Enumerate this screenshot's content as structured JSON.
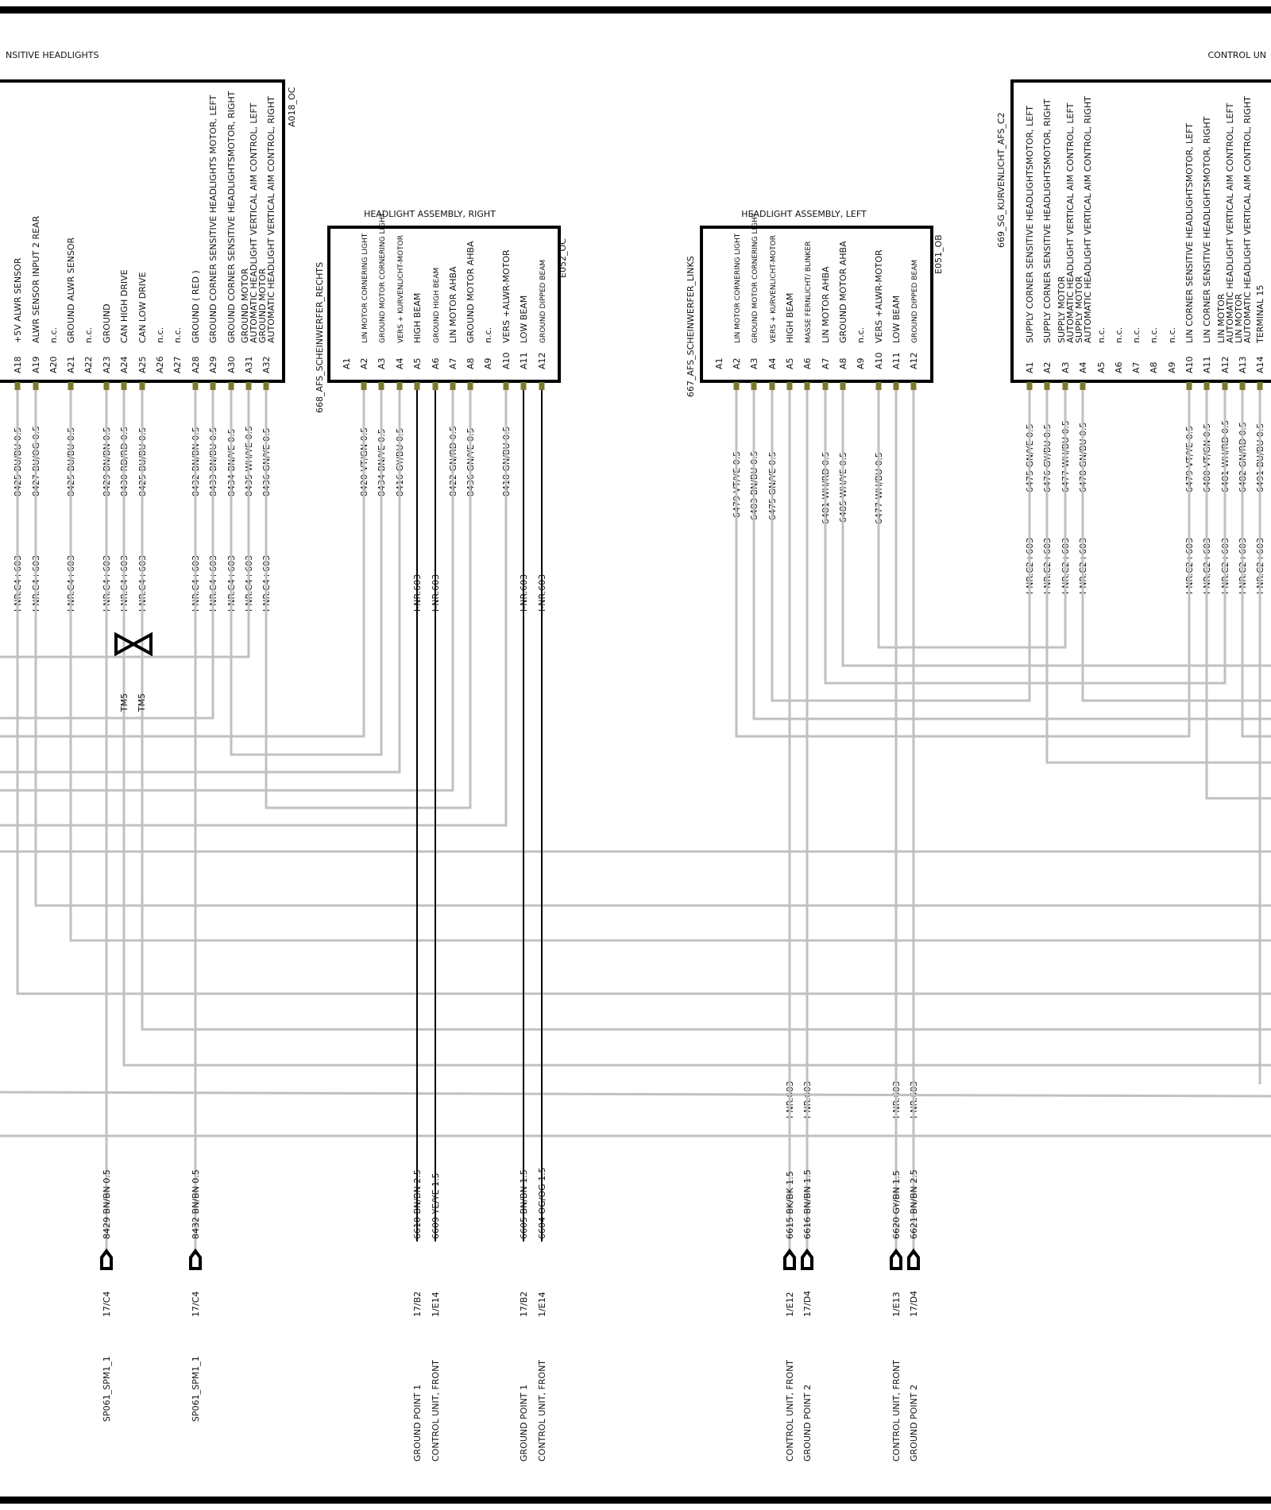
{
  "page": {
    "header_left": "NSITIVE HEADLIGHTS",
    "header_right": "CONTROL UN"
  },
  "colors": {
    "wire": "#c0c0c0",
    "wire_black": "#000000",
    "pin": "#7d7a2f",
    "frame": "#000000"
  },
  "connectors": {
    "a018": {
      "id": "A018_OC",
      "pins": [
        {
          "pin": "A18",
          "label": "+5V ALWR SENSOR"
        },
        {
          "pin": "A19",
          "label": "ALWR SENSOR INPUT  2  REAR"
        },
        {
          "pin": "A20",
          "label": "n.c."
        },
        {
          "pin": "A21",
          "label": "GROUND ALWR SENSOR"
        },
        {
          "pin": "A22",
          "label": "n.c."
        },
        {
          "pin": "A23",
          "label": "GROUND"
        },
        {
          "pin": "A24",
          "label": "CAN HIGH DRIVE"
        },
        {
          "pin": "A25",
          "label": "CAN LOW DRIVE"
        },
        {
          "pin": "A26",
          "label": "n.c."
        },
        {
          "pin": "A27",
          "label": "n.c."
        },
        {
          "pin": "A28",
          "label": "GROUND    ( RED )"
        },
        {
          "pin": "A29",
          "label": "GROUND  CORNER SENSITIVE HEADLIGHTS MOTOR, LEFT"
        },
        {
          "pin": "A30",
          "label": "GROUND  CORNER SENSITIVE HEADLIGHTSMOTOR, RIGHT"
        },
        {
          "pin": "A31",
          "label": "GROUND MOTOR",
          "label2": "AUTOMATIC HEADLIGHT VERTICAL AIM CONTROL, LEFT"
        },
        {
          "pin": "A32",
          "label": "GROUND MOTOR",
          "label2": "AUTOMATIC HEADLIGHT VERTICAL AIM CONTROL, RIGHT"
        }
      ]
    },
    "e052": {
      "id": "E052_OC",
      "title": "HEADLIGHT ASSEMBLY, RIGHT",
      "side_name": "668_AFS_SCHEINWERFER_RECHTS",
      "pins": [
        {
          "pin": "A1",
          "label": ""
        },
        {
          "pin": "A2",
          "label": "LIN MOTOR CORNERING LIGHT"
        },
        {
          "pin": "A3",
          "label": "GROUND MOTOR CORNERING LIGHT"
        },
        {
          "pin": "A4",
          "label": "VERS + KURVENLICHT-MOTOR"
        },
        {
          "pin": "A5",
          "label": "HIGH BEAM"
        },
        {
          "pin": "A6",
          "label": "GROUND HIGH BEAM"
        },
        {
          "pin": "A7",
          "label": "LIN MOTOR AHBA"
        },
        {
          "pin": "A8",
          "label": "GROUND MOTOR AHBA"
        },
        {
          "pin": "A9",
          "label": "n.c."
        },
        {
          "pin": "A10",
          "label": "VERS +ALWR-MOTOR"
        },
        {
          "pin": "A11",
          "label": "LOW BEAM"
        },
        {
          "pin": "A12",
          "label": "GROUND DIPPED BEAM"
        }
      ]
    },
    "e051": {
      "id": "E051_OB",
      "title": "HEADLIGHT ASSEMBLY, LEFT",
      "side_name": "667_AFS_SCHEINWERFER_LINKS",
      "pins": [
        {
          "pin": "A1",
          "label": ""
        },
        {
          "pin": "A2",
          "label": "LIN MOTOR CORNERING LIGHT"
        },
        {
          "pin": "A3",
          "label": "GROUND MOTOR CORNERING LIGHT"
        },
        {
          "pin": "A4",
          "label": "VERS + KURVENLICHT-MOTOR"
        },
        {
          "pin": "A5",
          "label": "HIGH BEAM"
        },
        {
          "pin": "A6",
          "label": "MASSE FERNLICHT/ BLINKER"
        },
        {
          "pin": "A7",
          "label": "LIN MOTOR AHBA"
        },
        {
          "pin": "A8",
          "label": "GROUND MOTOR AHBA"
        },
        {
          "pin": "A9",
          "label": "n.c."
        },
        {
          "pin": "A10",
          "label": "VERS +ALWR-MOTOR"
        },
        {
          "pin": "A11",
          "label": "LOW BEAM"
        },
        {
          "pin": "A12",
          "label": "GROUND DIPPED BEAM"
        }
      ]
    },
    "c2": {
      "id": "669_SG_KURVENLICHT_AFS_C2",
      "pins": [
        {
          "pin": "A1",
          "label": "SUPPLY  CORNER SENSITIVE HEADLIGHTSMOTOR, LEFT"
        },
        {
          "pin": "A2",
          "label": "SUPPLY  CORNER SENSITIVE HEADLIGHTSMOTOR, RIGHT"
        },
        {
          "pin": "A3",
          "label": "SUPPLY  MOTOR",
          "label2": "AUTOMATIC HEADLIGHT VERTICAL AIM CONTROL, LEFT"
        },
        {
          "pin": "A4",
          "label": "SUPPLY  MOTOR",
          "label2": "AUTOMATIC HEADLIGHT VERTICAL AIM CONTROL, RIGHT"
        },
        {
          "pin": "A5",
          "label": "n.c."
        },
        {
          "pin": "A6",
          "label": "n.c."
        },
        {
          "pin": "A7",
          "label": "n.c."
        },
        {
          "pin": "A8",
          "label": "n.c."
        },
        {
          "pin": "A9",
          "label": "n.c."
        },
        {
          "pin": "A10",
          "label": "LIN   CORNER SENSITIVE HEADLIGHTSMOTOR, LEFT"
        },
        {
          "pin": "A11",
          "label": "LIN   CORNER SENSITIVE HEADLIGHTSMOTOR, RIGHT"
        },
        {
          "pin": "A12",
          "label": "LIN   MOTOR",
          "label2": "AUTOMATIC HEADLIGHT VERTICAL AIM CONTROL, LEFT"
        },
        {
          "pin": "A13",
          "label": "LIN   MOTOR",
          "label2": "AUTOMATIC HEADLIGHT VERTICAL AIM CONTROL, RIGHT"
        },
        {
          "pin": "A14",
          "label": "TERMINAL 15"
        }
      ]
    }
  },
  "wire_labels": {
    "a018": [
      "8425 BU/BU 0.5",
      "8427 BU/OG 0.5",
      "8425 BU/BU 0.5",
      "8429 BN/BN 0.5",
      "8430 RD/RD 0.5",
      "8425 BU/BU 0.5",
      "8432 BN/BN 0.5",
      "8433 BN/BU 0.5",
      "8434 BN/YE 0.5",
      "8435 WH/YE 0.5",
      "8436 GN/YE 0.5"
    ],
    "e052": [
      "8420 VT/GN 0.5",
      "8434 BN/YE 0.5",
      "8416 GY/BU 0.5",
      "8422 GN/RD 0.5",
      "8436 GN/YE 0.5",
      "8418 GN/BU 0.5"
    ],
    "e051": [
      "6479 VT/YE 0.5",
      "6483 BN/BU 0.5",
      "6475 GN/YE 0.5",
      "6481 WH/RD 0.5",
      "6485 WH/YE 0.5",
      "6477 WH/BU 0.5"
    ],
    "c2": [
      "6475 GN/YE 0.5",
      "6476 GY/BU 0.5",
      "6477 WH/BU 0.5",
      "6478 GN/BU 0.5",
      "6479 VT/YE 0.5",
      "6480 VT/GN 0.5",
      "6481 WH/RD 0.5",
      "6482 GN/RD 0.5",
      "6491 BU/BU 0.5"
    ]
  },
  "harness_labels": {
    "nr_c4": "I-NR.C4+603",
    "nr_c2": "I-NR.C2+603",
    "nr_603": "I-NR.603"
  },
  "twist_labels": [
    "TM5",
    "TM5"
  ],
  "grounds": [
    {
      "wire": "8429 BN/BN 0.5",
      "ref": "17/C4",
      "name": "SP061_SPM1_1",
      "name2": ""
    },
    {
      "wire": "8432 BN/BN 0.5",
      "ref": "17/C4",
      "name": "SP061_SPM1_1",
      "name2": ""
    },
    {
      "wire": "6610 BN/BN 2.5",
      "ref": "17/B2",
      "name": "GROUND POINT 1",
      "name2": ""
    },
    {
      "wire": "6609 YE/YE 1.5",
      "ref": "1/E14",
      "name": "CONTROL UNIT, FRONT",
      "name2": ""
    },
    {
      "wire": "6605 BN/BN 1.5",
      "ref": "17/B2",
      "name": "GROUND POINT 1",
      "name2": ""
    },
    {
      "wire": "6604 OG/OG 1.5",
      "ref": "1/E14",
      "name": "CONTROL UNIT, FRONT",
      "name2": ""
    },
    {
      "wire": "6615 BK/BK 1.5",
      "ref": "1/E12",
      "name": "CONTROL UNIT, FRONT",
      "name2": ""
    },
    {
      "wire": "6616 BN/BN 1.5",
      "ref": "17/D4",
      "name": "GROUND POINT 2",
      "name2": ""
    },
    {
      "wire": "6620 GY/BN 1.5",
      "ref": "1/E13",
      "name": "CONTROL UNIT, FRONT",
      "name2": ""
    },
    {
      "wire": "6621 BN/BN 2.5",
      "ref": "17/D4",
      "name": "GROUND POINT 2",
      "name2": ""
    }
  ]
}
